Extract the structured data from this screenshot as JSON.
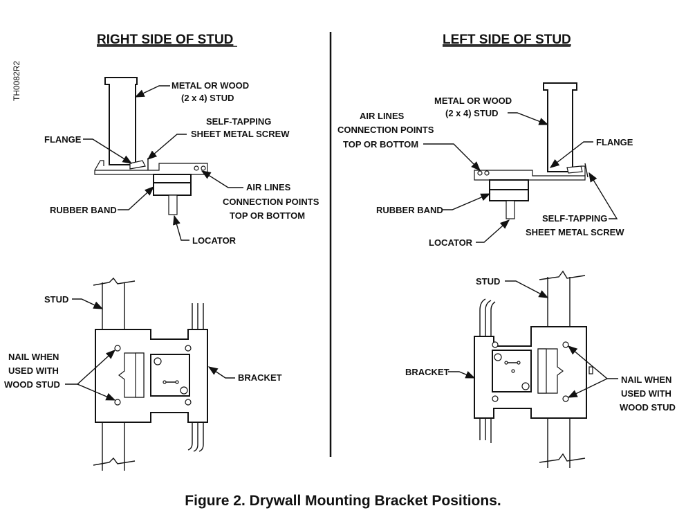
{
  "document_code": "TH0082R2",
  "panels": {
    "right": {
      "heading": "RIGHT SIDE OF STUD",
      "stud_label": [
        "METAL OR WOOD",
        "(2  x 4) STUD"
      ],
      "flange_label": "FLANGE",
      "screw_label": [
        "SELF-TAPPING",
        "SHEET METAL SCREW"
      ],
      "air_label": [
        "AIR LINES",
        "CONNECTION POINTS",
        "TOP OR BOTTOM"
      ],
      "rubber_label": "RUBBER BAND",
      "locator_label": "LOCATOR",
      "stud2_label": "STUD",
      "nail_label": [
        "NAIL WHEN",
        "USED WITH",
        "WOOD STUD"
      ],
      "bracket_label": "BRACKET"
    },
    "left": {
      "heading": "LEFT SIDE OF STUD",
      "stud_label": [
        "METAL OR WOOD",
        "(2  x 4) STUD"
      ],
      "air_label": [
        "AIR LINES",
        "CONNECTION POINTS",
        "TOP OR BOTTOM"
      ],
      "flange_label": "FLANGE",
      "rubber_label": "RUBBER BAND",
      "screw_label": [
        "SELF-TAPPING",
        "SHEET METAL SCREW"
      ],
      "locator_label": "LOCATOR",
      "stud2_label": "STUD",
      "bracket_label": "BRACKET",
      "nail_label": [
        "NAIL WHEN",
        "USED WITH",
        "WOOD STUD"
      ]
    }
  },
  "caption": "Figure 2.  Drywall Mounting Bracket Positions."
}
